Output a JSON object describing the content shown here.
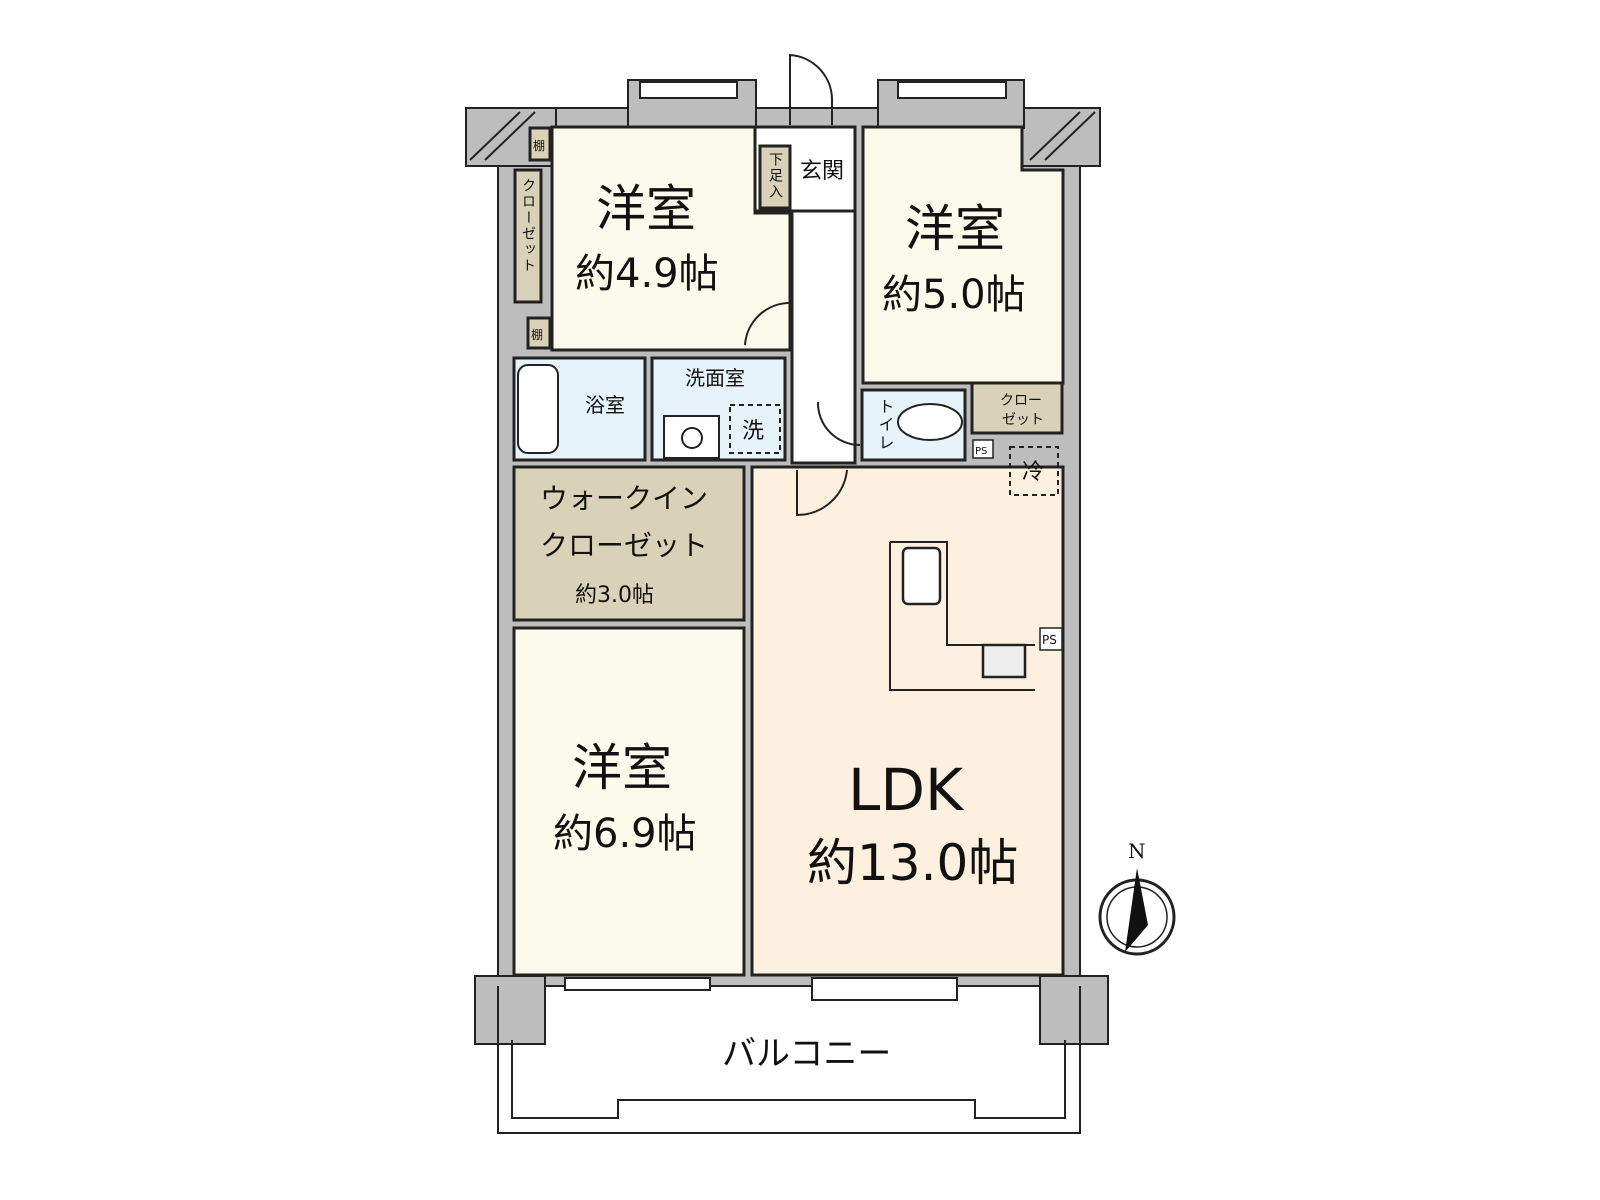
{
  "rooms": {
    "bedroom1": {
      "name": "洋室",
      "size": "約4.9帖"
    },
    "bedroom2": {
      "name": "洋室",
      "size": "約5.0帖"
    },
    "bedroom3": {
      "name": "洋室",
      "size": "約6.9帖"
    },
    "ldk": {
      "name": "LDK",
      "size": "約13.0帖"
    },
    "wic": {
      "name_line1": "ウォークイン",
      "name_line2": "クローゼット",
      "size": "約3.0帖"
    },
    "entrance": "玄関",
    "shoe_storage": "下足入",
    "bath": "浴室",
    "washroom": "洗面室",
    "washer": "洗",
    "toilet": "トイレ",
    "closet_left": "クローゼット",
    "closet_right_line1": "クロー",
    "closet_right_line2": "ゼット",
    "shelf_top": "棚",
    "shelf_bottom": "棚",
    "ps1": "PS",
    "ps2": "PS",
    "fridge": "冷",
    "balcony": "バルコニー"
  },
  "compass": {
    "north_label": "N"
  },
  "colors": {
    "wall": "#bdbdbd",
    "bedroom": "#fcfaea",
    "ldk": "#fdf0df",
    "wet": "#e6f3fb",
    "closet": "#d9d2b8"
  }
}
